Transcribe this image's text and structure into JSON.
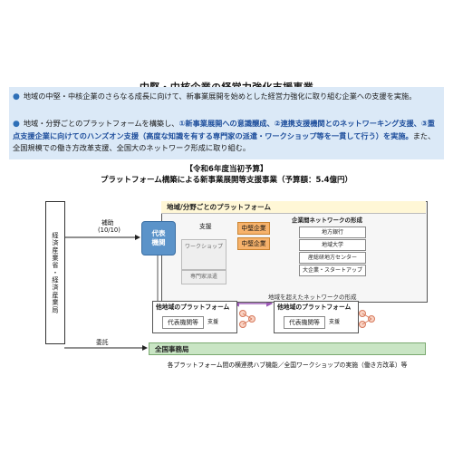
{
  "title": "中堅・中核企業の経営力強化支援事業",
  "bullets": [
    "地域の中堅・中核企業のさらなる成長に向けて、新事業展開を始めとした経営力強化に取り組む企業への支援を実施。",
    "地域・分野ごとのプラットフォームを構築し、",
    "①新事業展開への意識醸成、②連携支援機関とのネットワーキング支援、③重点支援企業に向けてのハンズオン支援（高度な知識を有する専門家の派遣・ワークショップ等を一貫して行う）を実施。",
    "また、全国規模での働き方改革支援、全国大のネットワーク形成に取り組む。"
  ],
  "budget": {
    "heading": "【令和6年度当初予算】",
    "subheading": "プラットフォーム構築による新事業展開等支援事業（予算額：5.4億円）"
  },
  "meti": "経済産業省・経済産業局",
  "subsidy": {
    "label": "補助",
    "ratio": "(10/10)"
  },
  "regional": {
    "header": "地域/分野ごとのプラットフォーム",
    "daihyo": [
      "代表",
      "機関"
    ],
    "support": "支援",
    "companies": [
      "中堅企業",
      "中堅企業"
    ],
    "workshop": "ワークショップ",
    "expert": "専門家派遣"
  },
  "network": {
    "title": "企業間ネットワークの形成",
    "items": [
      "地方銀行",
      "地域大学",
      "産総研地方センター",
      "大企業・スタートアップ"
    ]
  },
  "others": [
    {
      "header": "他地域のプラットフォーム",
      "daihyo": "代表機関等",
      "support": "支援"
    },
    {
      "header": "他地域のプラットフォーム",
      "daihyo": "代表機関等",
      "support": "支援"
    }
  ],
  "cross": "地域を超えたネットワークの形成",
  "itaku": "委託",
  "national": {
    "name": "全国事務局",
    "desc": "各プラットフォーム間の横連携ハブ機能／全国ワークショップの実施（働き方改革）等"
  },
  "colors": {
    "band": "#dbe9f7",
    "blue": "#5b93c9",
    "orange": "#f6b26b",
    "green": "#c9e5c4",
    "purple": "#9b59b6"
  }
}
